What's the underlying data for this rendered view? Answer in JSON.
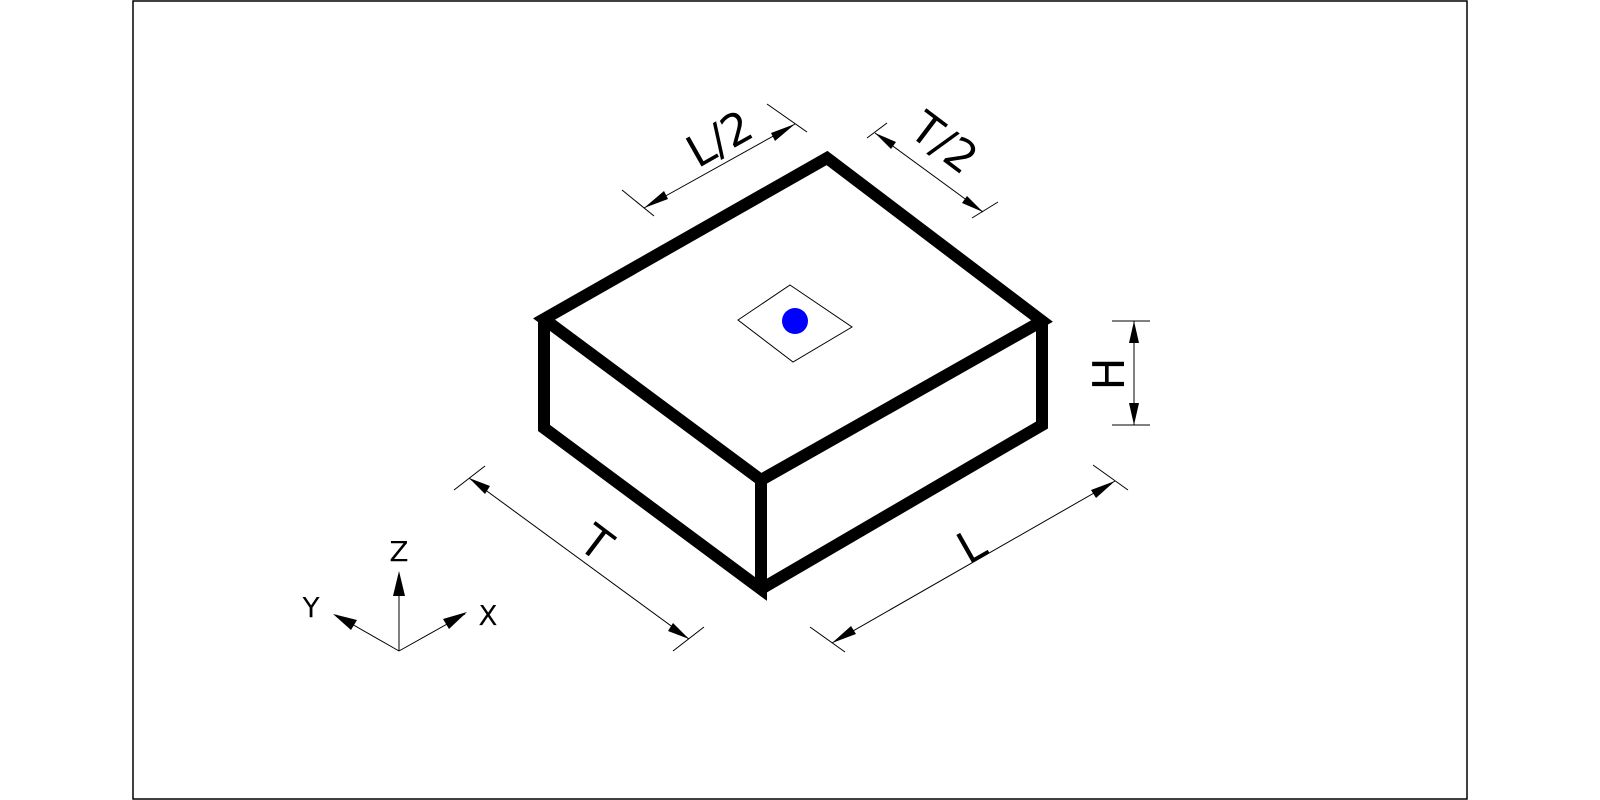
{
  "dimensions": {
    "half_length": "L/2",
    "half_thickness": "T/2",
    "height": "H",
    "thickness": "T",
    "length": "L"
  },
  "axes": {
    "x": "X",
    "y": "Y",
    "z": "Z"
  },
  "colors": {
    "center_point": "#0000ff",
    "lines": "#000000"
  }
}
